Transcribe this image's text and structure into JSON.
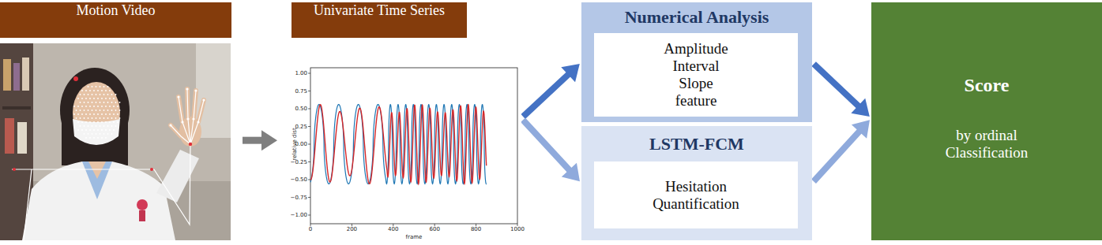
{
  "diagram": {
    "nodes": [
      {
        "text": [
          "Motion Video"
        ]
      },
      {
        "text": [
          "Univariate Time Series"
        ]
      },
      {
        "text": [
          "Numerical Analysis"
        ]
      },
      {
        "text": [
          "Amplitude Interval Slope feature"
        ],
        "in": 2
      },
      {
        "text": [
          "LSTM-FCM"
        ]
      },
      {
        "text": [
          "Hesitation Quantification"
        ],
        "in": 4
      },
      {
        "text": [
          "Score",
          "by ordinal Classification"
        ]
      }
    ],
    "edges": [
      {
        "from": 0,
        "to": 1,
        "arrow": "to"
      },
      {
        "from": 1,
        "to": 2,
        "arrow": "to"
      },
      {
        "from": 1,
        "to": 4,
        "arrow": "to"
      },
      {
        "from": 2,
        "to": 6,
        "arrow": "to"
      },
      {
        "from": 4,
        "to": 6,
        "arrow": "to"
      }
    ],
    "labels": [
      "1.00",
      "0.75",
      "0.50",
      "0.25",
      "0.00",
      "−0.25",
      "−0.50",
      "−0.75",
      "−1.00",
      "0",
      "200",
      "400",
      "600",
      "800",
      "1000",
      "frame",
      "relative dist"
    ]
  }
}
